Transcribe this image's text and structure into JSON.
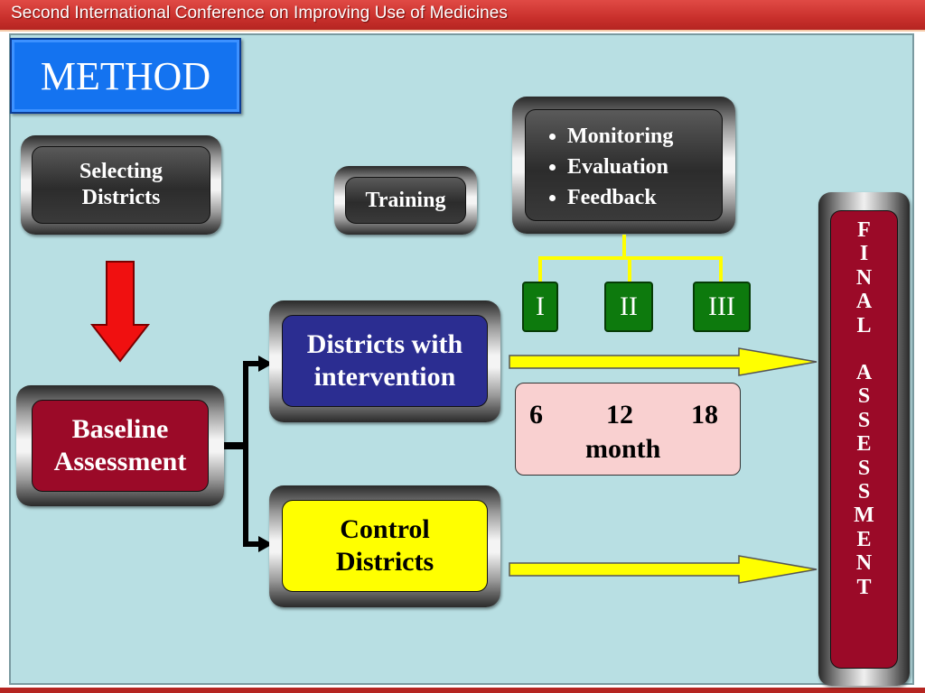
{
  "header": {
    "title": "Second International Conference on Improving Use of Medicines"
  },
  "slide": {
    "heading": "METHOD",
    "boxes": {
      "selecting": "Selecting Districts",
      "training": "Training",
      "monitoring_list": [
        "Monitoring",
        "Evaluation",
        "Feedback"
      ],
      "baseline": "Baseline Assessment",
      "intervention": "Districts with intervention",
      "control": "Control Districts",
      "final_letters_1": [
        "F",
        "I",
        "N",
        "A",
        "L"
      ],
      "final_letters_2": [
        "A",
        "S",
        "S",
        "E",
        "S",
        "S",
        "M",
        "E",
        "N",
        "T"
      ]
    },
    "phases": [
      "I",
      "II",
      "III"
    ],
    "months": {
      "values": [
        "6",
        "12",
        "18"
      ],
      "unit": "month"
    }
  },
  "colors": {
    "banner": "#c9302c",
    "slide_bg": "#b8dfe3",
    "method_blue": "#1473f0",
    "baseline_red": "#9b0a28",
    "intervention_blue": "#2b2d91",
    "control_yellow": "#ffff00",
    "phase_green": "#0d7a0d",
    "month_pink": "#f9d0d0",
    "arrow_yellow": "#ffff00"
  }
}
